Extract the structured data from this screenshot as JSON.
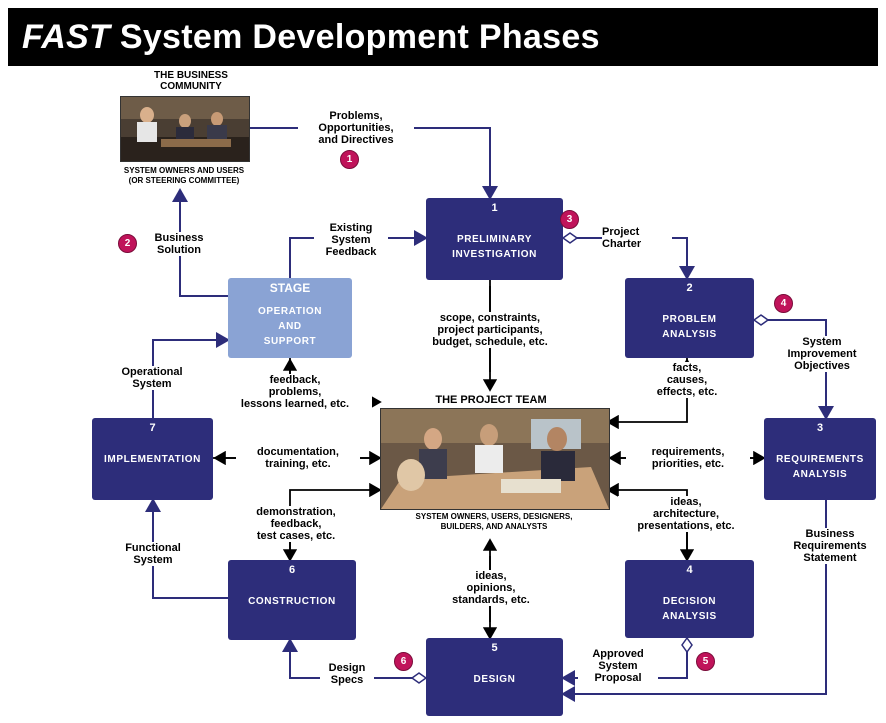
{
  "title": {
    "prefix": "FAST",
    "rest": "System Development Phases"
  },
  "business": {
    "heading": "THE BUSINESS\nCOMMUNITY",
    "caption": "SYSTEM OWNERS AND USERS\n(OR STEERING COMMITTEE)"
  },
  "team": {
    "heading": "THE PROJECT TEAM",
    "caption": "SYSTEM OWNERS, USERS, DESIGNERS,\nBUILDERS, AND ANALYSTS"
  },
  "phases": {
    "preliminary": {
      "num": "1",
      "name": "PRELIMINARY\nINVESTIGATION"
    },
    "problem": {
      "num": "2",
      "name": "PROBLEM\nANALYSIS"
    },
    "requirements": {
      "num": "3",
      "name": "REQUIREMENTS\nANALYSIS"
    },
    "decision": {
      "num": "4",
      "name": "DECISION\nANALYSIS"
    },
    "design": {
      "num": "5",
      "name": "DESIGN"
    },
    "construction": {
      "num": "6",
      "name": "CONSTRUCTION"
    },
    "implementation": {
      "num": "7",
      "name": "IMPLEMENTATION"
    },
    "operation": {
      "num": "STAGE",
      "name": "OPERATION\nAND\nSUPPORT"
    }
  },
  "labels": {
    "problems": "Problems,\nOpportunities,\nand Directives",
    "business_solution": "Business\nSolution",
    "existing_feedback": "Existing\nSystem\nFeedback",
    "project_charter": "Project\nCharter",
    "scope": "scope, constraints,\nproject participants,\nbudget, schedule, etc.",
    "improvement": "System\nImprovement\nObjectives",
    "facts": "facts,\ncauses,\neffects, etc.",
    "operational": "Operational\nSystem",
    "feedback": "feedback,\nproblems,\nlessons learned, etc.",
    "documentation": "documentation,\ntraining, etc.",
    "requirements_pri": "requirements,\npriorities, etc.",
    "demonstration": "demonstration,\nfeedback,\ntest cases, etc.",
    "ideas_arch": "ideas,\narchitecture,\npresentations, etc.",
    "functional": "Functional\nSystem",
    "business_req": "Business\nRequirements\nStatement",
    "ideas_opinions": "ideas,\nopinions,\nstandards, etc.",
    "approved": "Approved\nSystem\nProposal",
    "design_specs": "Design\nSpecs"
  },
  "badges": [
    "1",
    "2",
    "3",
    "4",
    "5",
    "6"
  ],
  "colors": {
    "phase_box": "#2d2d7a",
    "stage_box": "#8aa3d4",
    "badge": "#c0135a",
    "arrow": "#2d2d7a"
  },
  "icons": [
    "business-meeting-photo",
    "project-team-photo"
  ]
}
